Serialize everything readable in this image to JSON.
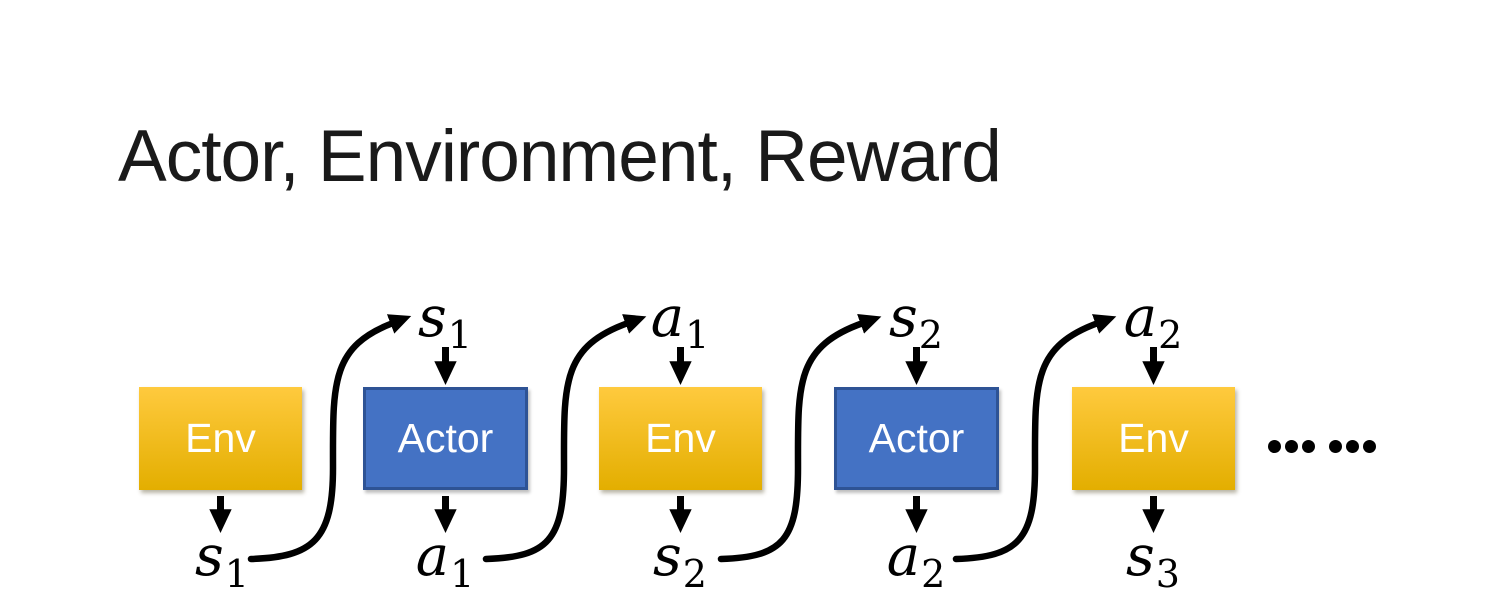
{
  "slide": {
    "title": "Actor, Environment, Reward",
    "ellipsis": "……"
  },
  "diagram": {
    "boxes": [
      {
        "label": "Env",
        "type": "env"
      },
      {
        "label": "Actor",
        "type": "actor"
      },
      {
        "label": "Env",
        "type": "env"
      },
      {
        "label": "Actor",
        "type": "actor"
      },
      {
        "label": "Env",
        "type": "env"
      }
    ],
    "top_labels": [
      {
        "base": "s",
        "sub": "1"
      },
      {
        "base": "a",
        "sub": "1"
      },
      {
        "base": "s",
        "sub": "2"
      },
      {
        "base": "a",
        "sub": "2"
      }
    ],
    "bottom_labels": [
      {
        "base": "s",
        "sub": "1"
      },
      {
        "base": "a",
        "sub": "1"
      },
      {
        "base": "s",
        "sub": "2"
      },
      {
        "base": "a",
        "sub": "2"
      },
      {
        "base": "s",
        "sub": "3"
      }
    ]
  },
  "colors": {
    "slide_bg": "#FFFFFF",
    "title_color": "#1A1A1A",
    "env_top": "#FFCA3E",
    "env_bottom": "#E3AE00",
    "actor_fill": "#4472C4",
    "actor_border": "#2E5395",
    "arrow_color": "#000000",
    "label_color": "#000000"
  }
}
